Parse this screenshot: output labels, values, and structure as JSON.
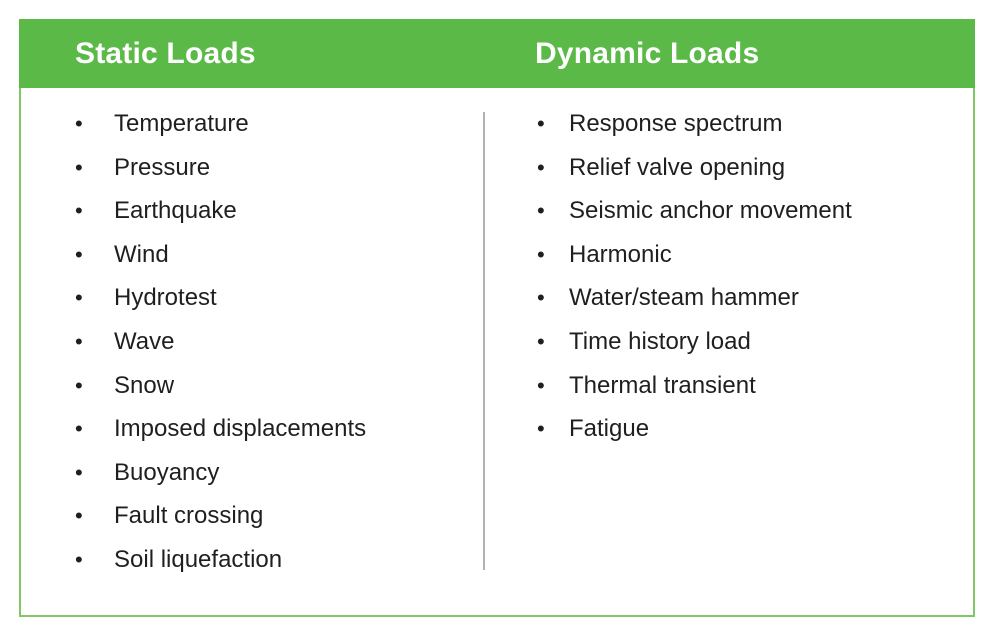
{
  "table": {
    "bullet": "•",
    "colors": {
      "header_bg": "#5bb947",
      "card_border": "#82c766",
      "divider": "#b3b3b3",
      "header_text": "#ffffff",
      "body_text": "#1f1f1f",
      "page_bg": "#ffffff"
    },
    "columns": [
      {
        "header": "Static Loads",
        "items": [
          "Temperature",
          "Pressure",
          "Earthquake",
          "Wind",
          "Hydrotest",
          "Wave",
          "Snow",
          "Imposed displacements",
          "Buoyancy",
          "Fault crossing",
          "Soil liquefaction"
        ]
      },
      {
        "header": "Dynamic Loads",
        "items": [
          "Response spectrum",
          "Relief valve opening",
          "Seismic anchor movement",
          "Harmonic",
          "Water/steam hammer",
          "Time history load",
          "Thermal transient",
          "Fatigue"
        ]
      }
    ]
  }
}
